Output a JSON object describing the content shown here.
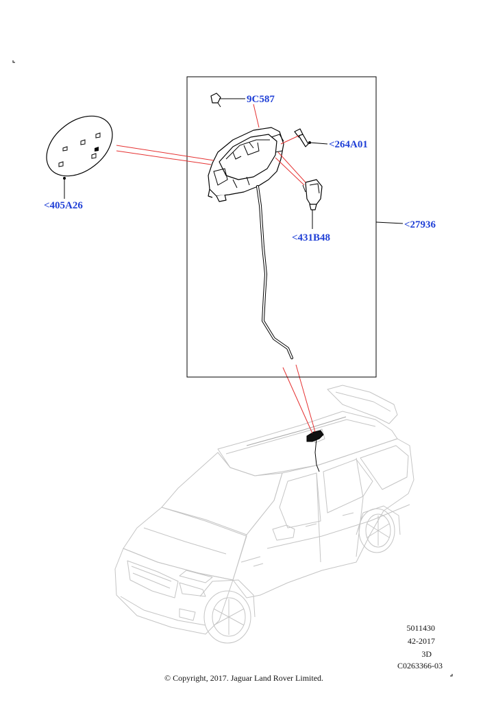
{
  "callouts": {
    "c9c587": "9C587",
    "c264a01": "<264A01",
    "c27936": "<27936",
    "c431b48": "<431B48",
    "c405a26": "<405A26"
  },
  "footer": {
    "ref_number": "5011430",
    "date_code": "42-2017",
    "view": "3D",
    "drawing_number": "C0263366-03",
    "copyright": "© Copyright, 2017. Jaguar Land Rover Limited."
  },
  "colors": {
    "callout_text": "#1f3fd6",
    "leader_red": "#e53030",
    "line_black": "#000000",
    "vehicle_outline": "#c4c4c4"
  }
}
